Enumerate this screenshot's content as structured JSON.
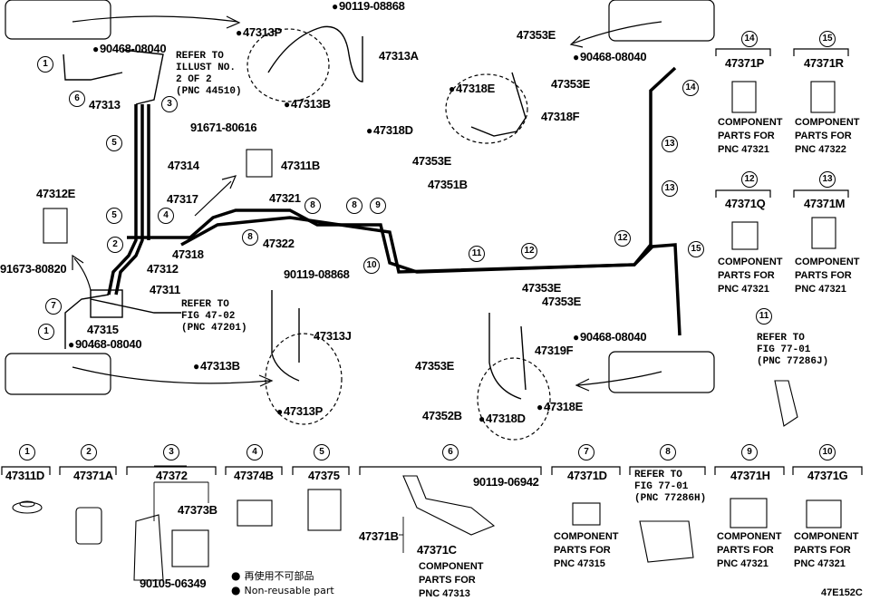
{
  "diagram": {
    "figure_code": "47E152C",
    "legend": {
      "jp": "再使用不可部品",
      "en": "Non-reusable part"
    },
    "main_labels": {
      "l_90119_08868_top": "90119-08868",
      "l_47313P_top": "47313P",
      "l_47313A": "47313A",
      "l_47313B_top": "47313B",
      "l_90468_tl": "90468-08040",
      "l_refer_44510": "REFER TO\nILLUST NO.\n2 OF 2\n(PNC 44510)",
      "l_47313": "47313",
      "l_91671": "91671-80616",
      "l_47311B": "47311B",
      "l_47314": "47314",
      "l_47312E": "47312E",
      "l_91673": "91673-80820",
      "l_47317": "47317",
      "l_47318": "47318",
      "l_47321": "47321",
      "l_47322": "47322",
      "l_47312": "47312",
      "l_47311": "47311",
      "l_90119_08868_mid": "90119-08868",
      "l_refer_47201": "REFER TO\nFIG 47-02\n(PNC 47201)",
      "l_47315": "47315",
      "l_90468_bl": "90468-08040",
      "l_47313J": "47313J",
      "l_47313B_bot": "47313B",
      "l_47313P_bot": "47313P",
      "l_47353E_1": "47353E",
      "l_90468_tr": "90468-08040",
      "l_47318E_top": "47318E",
      "l_47353E_2": "47353E",
      "l_47318F": "47318F",
      "l_47318D_top": "47318D",
      "l_47353E_3": "47353E",
      "l_47351B": "47351B",
      "l_47353E_4": "47353E",
      "l_47353E_5": "47353E",
      "l_47319F": "47319F",
      "l_47353E_6": "47353E",
      "l_47352B": "47352B",
      "l_47318D_bot": "47318D",
      "l_47318E_bot": "47318E",
      "l_90468_br": "90468-08040"
    },
    "callouts": [
      "1",
      "2",
      "3",
      "4",
      "5",
      "6",
      "7",
      "8",
      "9",
      "10",
      "11",
      "12",
      "13",
      "14",
      "15"
    ],
    "side_parts": [
      {
        "ref": "14",
        "part": "47371P",
        "note": "COMPONENT\nPARTS FOR\nPNC 47321"
      },
      {
        "ref": "15",
        "part": "47371R",
        "note": "COMPONENT\nPARTS FOR\nPNC 47322"
      },
      {
        "ref": "12",
        "part": "47371Q",
        "note": "COMPONENT\nPARTS FOR\nPNC 47321"
      },
      {
        "ref": "13",
        "part": "47371M",
        "note": "COMPONENT\nPARTS FOR\nPNC 47321"
      },
      {
        "ref": "11",
        "note": "REFER TO\nFIG 77-01\n(PNC 77286J)"
      }
    ],
    "bottom_parts": [
      {
        "ref": "1",
        "part": "47311D"
      },
      {
        "ref": "2",
        "part": "47371A"
      },
      {
        "ref": "3",
        "part": "47372",
        "sub": "47373B",
        "bolt": "90105-06349"
      },
      {
        "ref": "4",
        "part": "47374B"
      },
      {
        "ref": "5",
        "part": "47375"
      },
      {
        "ref": "6",
        "bolt": "90119-06942",
        "part": "47371B",
        "sub": "47371C",
        "note": "COMPONENT\nPARTS FOR\nPNC 47313"
      },
      {
        "ref": "7",
        "part": "47371D",
        "note": "COMPONENT\nPARTS FOR\nPNC 47315"
      },
      {
        "ref": "8",
        "note": "REFER TO\nFIG 77-01\n(PNC 77286H)"
      },
      {
        "ref": "9",
        "part": "47371H",
        "note": "COMPONENT\nPARTS FOR\nPNC 47321"
      },
      {
        "ref": "10",
        "part": "47371G",
        "note": "COMPONENT\nPARTS FOR\nPNC 47321"
      }
    ]
  }
}
